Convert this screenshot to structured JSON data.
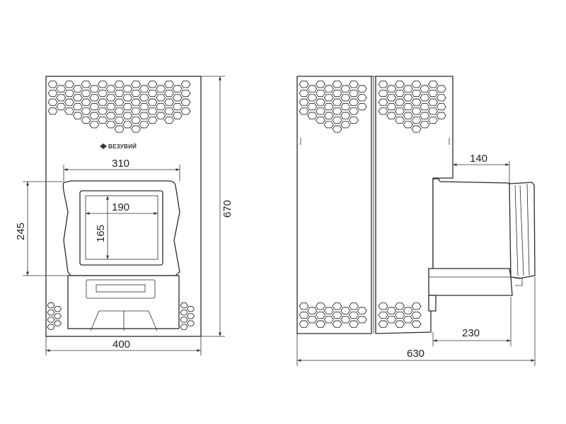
{
  "front_view": {
    "brand_logo_text": "ВЕЗУВИЙ",
    "dimensions": {
      "door_width": "310",
      "glass_width": "190",
      "glass_height": "165",
      "door_height": "245",
      "total_height": "670",
      "total_width": "400"
    }
  },
  "side_view": {
    "dimensions": {
      "tunnel_top_offset": "140",
      "tunnel_length": "230",
      "total_depth": "630"
    }
  }
}
